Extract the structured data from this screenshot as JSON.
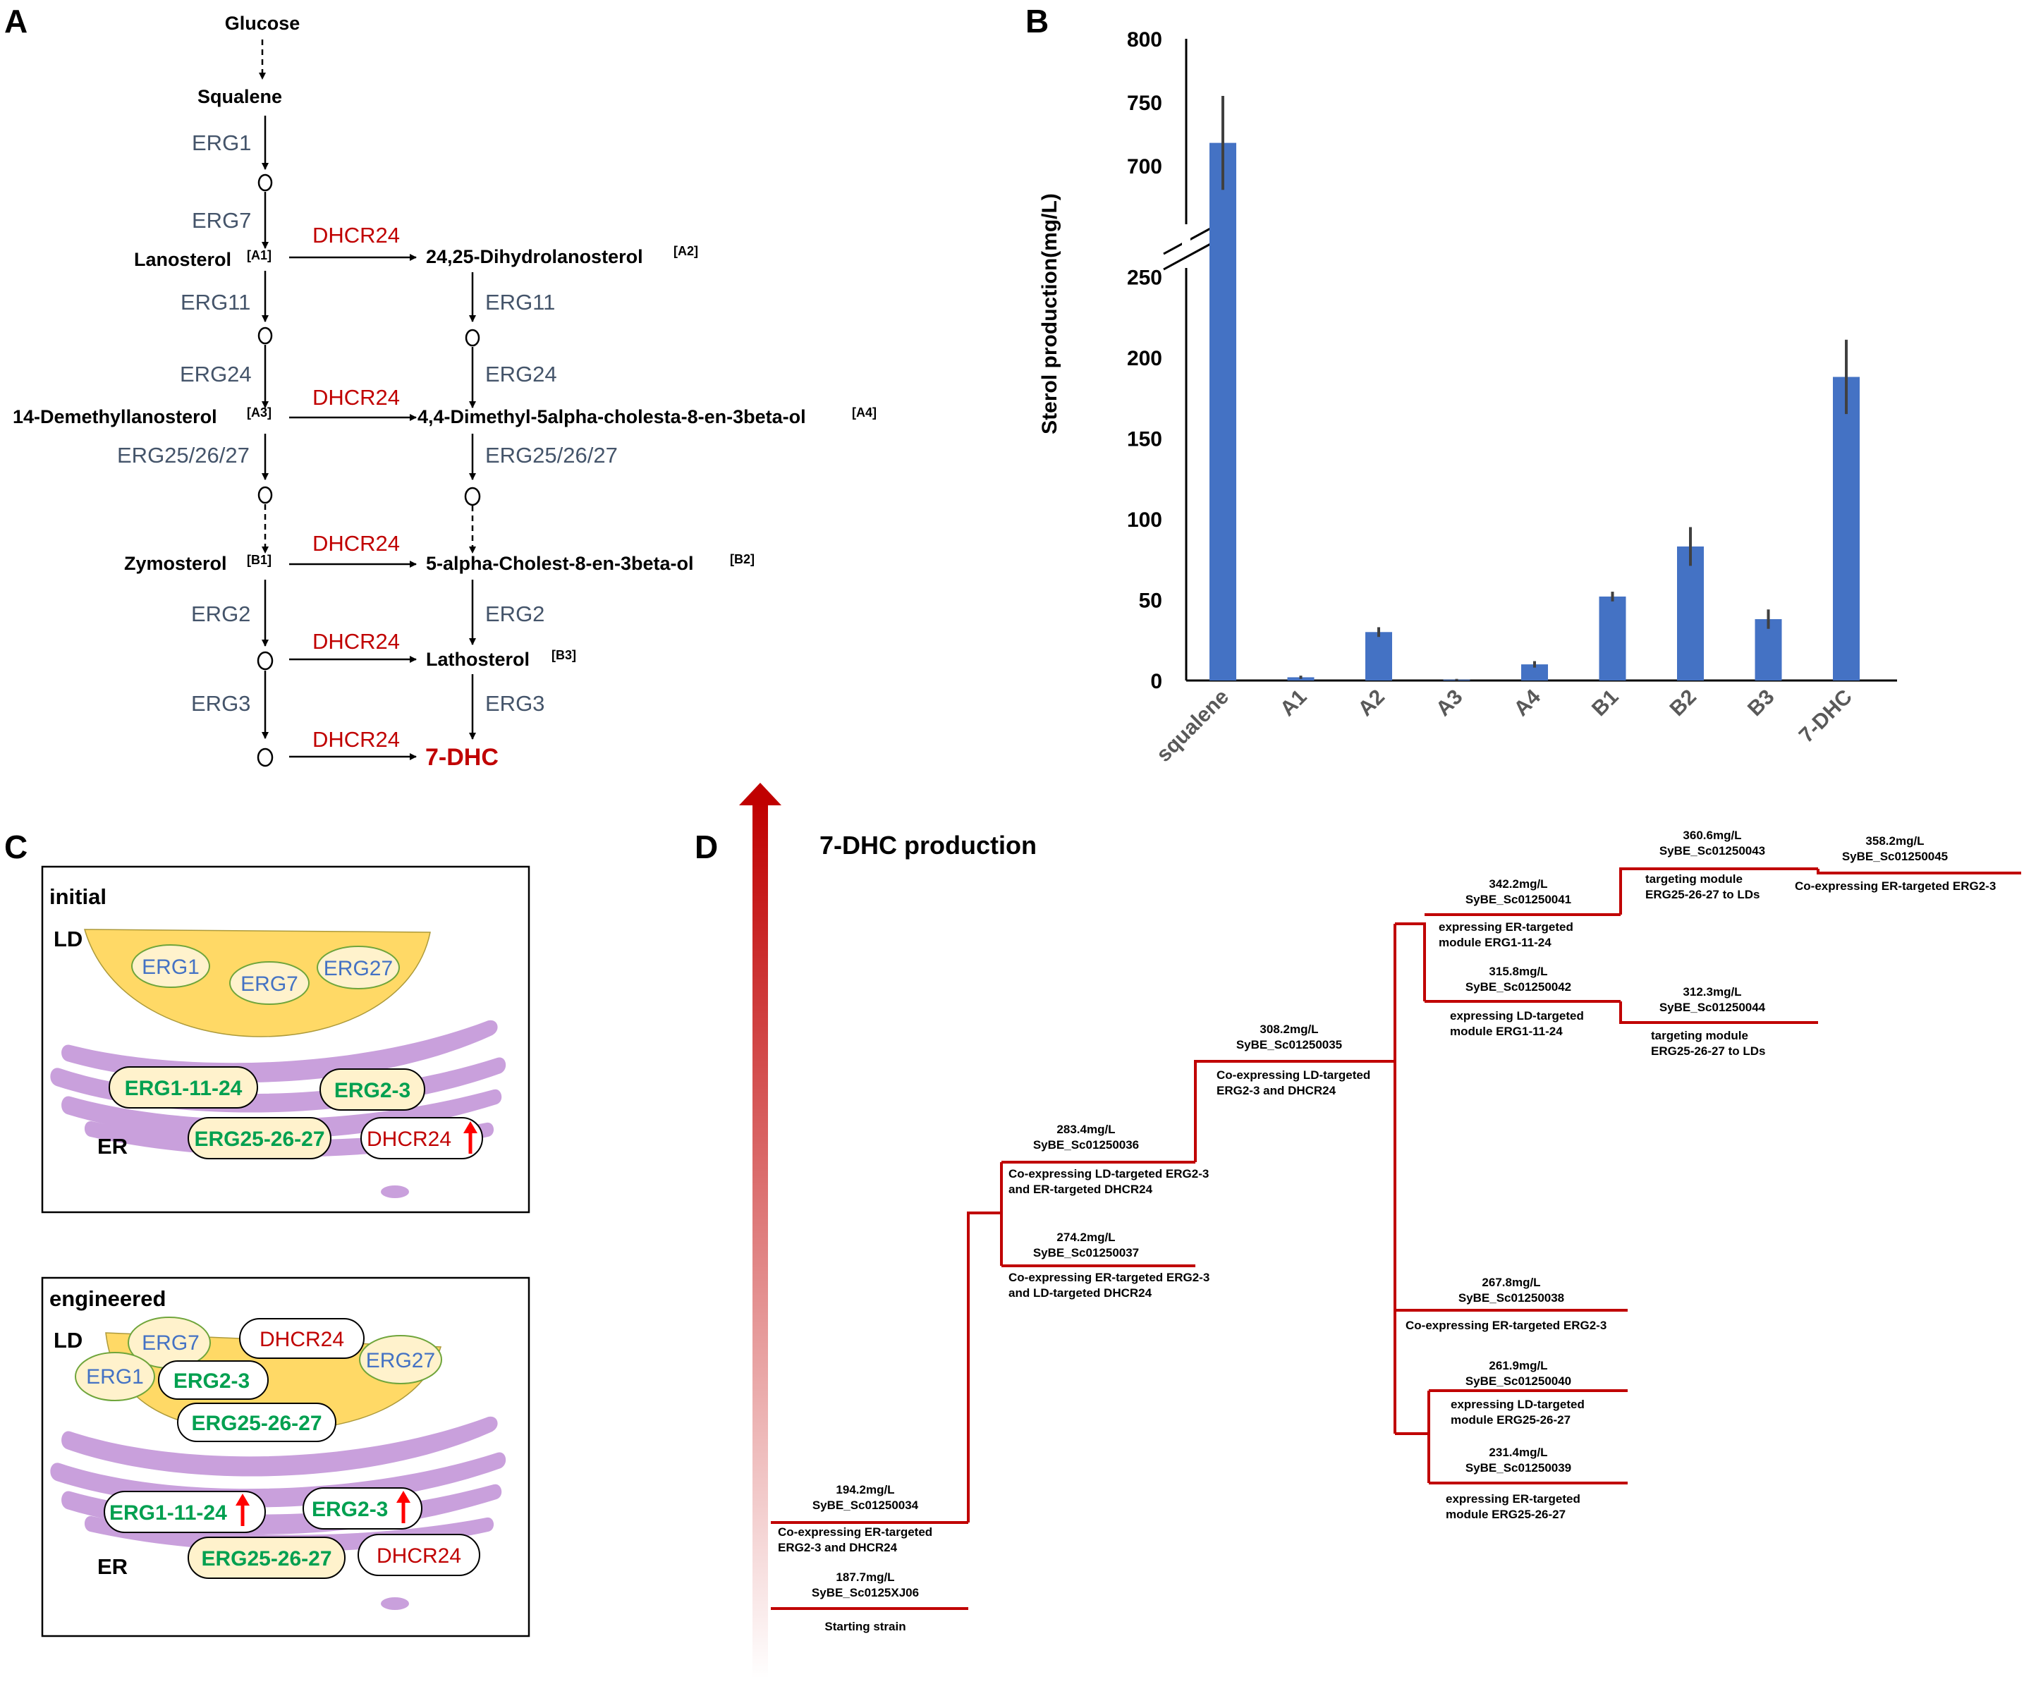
{
  "panels": {
    "a": "A",
    "b": "B",
    "c": "C",
    "d": "D"
  },
  "pathway": {
    "glucose": "Glucose",
    "squalene": "Squalene",
    "lanosterol": "Lanosterol",
    "dihydrolanosterol": "24,25-Dihydrolanosterol",
    "demethyllanosterol": "14-Demethyllanosterol",
    "dimethylcholesta": "4,4-Dimethyl-5alpha-cholesta-8-en-3beta-ol",
    "zymosterol": "Zymosterol",
    "cholestenol": "5-alpha-Cholest-8-en-3beta-ol",
    "lathosterol": "Lathosterol",
    "product": "7-DHC",
    "tags": {
      "a1": "[A1]",
      "a2": "[A2]",
      "a3": "[A3]",
      "a4": "[A4]",
      "b1": "[B1]",
      "b2": "[B2]",
      "b3": "[B3]"
    },
    "enzymes": {
      "erg1": "ERG1",
      "erg7": "ERG7",
      "erg11": "ERG11",
      "erg24": "ERG24",
      "erg25": "ERG25/26/27",
      "erg2": "ERG2",
      "erg3": "ERG3",
      "dhcr24": "DHCR24"
    }
  },
  "chart_data": {
    "type": "bar",
    "ylabel": "Sterol production(mg/L)",
    "categories": [
      "squalene",
      "A1",
      "A2",
      "A3",
      "A4",
      "B1",
      "B2",
      "B3",
      "7-DHC"
    ],
    "values": [
      718,
      2,
      30,
      0.5,
      10,
      52,
      83,
      38,
      188
    ],
    "errors": [
      37,
      1,
      3,
      0.5,
      2,
      3,
      12,
      6,
      23
    ],
    "yticks_lower": [
      0,
      50,
      100,
      150,
      200,
      250
    ],
    "yticks_upper": [
      700,
      750,
      800
    ],
    "ylim": [
      0,
      800
    ],
    "axis_break": [
      250,
      675
    ],
    "bar_color": "#4472c4"
  },
  "panel_c": {
    "initial": {
      "title": "initial",
      "ld": "LD",
      "er": "ER",
      "ld_proteins": [
        "ERG1",
        "ERG7",
        "ERG27"
      ],
      "er_modules": [
        "ERG1-11-24",
        "ERG2-3",
        "ERG25-26-27",
        "DHCR24"
      ]
    },
    "engineered": {
      "title": "engineered",
      "ld": "LD",
      "er": "ER",
      "ld_proteins": [
        "ERG7",
        "ERG1",
        "ERG27"
      ],
      "ld_modules": [
        "DHCR24",
        "ERG2-3",
        "ERG25-26-27"
      ],
      "er_modules": [
        "ERG1-11-24",
        "ERG2-3",
        "ERG25-26-27",
        "DHCR24"
      ]
    }
  },
  "panel_d": {
    "title": "7-DHC production",
    "strains": [
      {
        "value": "187.7mg/L",
        "name": "SyBE_Sc0125XJ06",
        "desc": [
          "Starting strain"
        ]
      },
      {
        "value": "194.2mg/L",
        "name": "SyBE_Sc01250034",
        "desc": [
          "Co-expressing ER-targeted",
          "ERG2-3 and DHCR24"
        ]
      },
      {
        "value": "283.4mg/L",
        "name": "SyBE_Sc01250036",
        "desc": [
          "Co-expressing LD-targeted ERG2-3",
          "and ER-targeted DHCR24"
        ]
      },
      {
        "value": "274.2mg/L",
        "name": "SyBE_Sc01250037",
        "desc": [
          "Co-expressing ER-targeted ERG2-3",
          "and LD-targeted DHCR24"
        ]
      },
      {
        "value": "308.2mg/L",
        "name": "SyBE_Sc01250035",
        "desc": [
          "Co-expressing LD-targeted",
          "ERG2-3 and DHCR24"
        ]
      },
      {
        "value": "342.2mg/L",
        "name": "SyBE_Sc01250041",
        "desc": [
          "expressing ER-targeted",
          "module ERG1-11-24"
        ]
      },
      {
        "value": "315.8mg/L",
        "name": "SyBE_Sc01250042",
        "desc": [
          "expressing LD-targeted",
          "module ERG1-11-24"
        ]
      },
      {
        "value": "360.6mg/L",
        "name": "SyBE_Sc01250043",
        "desc": [
          "targeting module",
          "ERG25-26-27 to LDs"
        ]
      },
      {
        "value": "312.3mg/L",
        "name": "SyBE_Sc01250044",
        "desc": [
          "targeting module",
          "ERG25-26-27 to LDs"
        ]
      },
      {
        "value": "358.2mg/L",
        "name": "SyBE_Sc01250045",
        "desc": [
          "Co-expressing ER-targeted ERG2-3"
        ]
      },
      {
        "value": "267.8mg/L",
        "name": "SyBE_Sc01250038",
        "desc": [
          "Co-expressing ER-targeted ERG2-3"
        ]
      },
      {
        "value": "261.9mg/L",
        "name": "SyBE_Sc01250040",
        "desc": [
          "expressing LD-targeted",
          "module ERG25-26-27"
        ]
      },
      {
        "value": "231.4mg/L",
        "name": "SyBE_Sc01250039",
        "desc": [
          "expressing ER-targeted",
          "module ERG25-26-27"
        ]
      }
    ]
  }
}
